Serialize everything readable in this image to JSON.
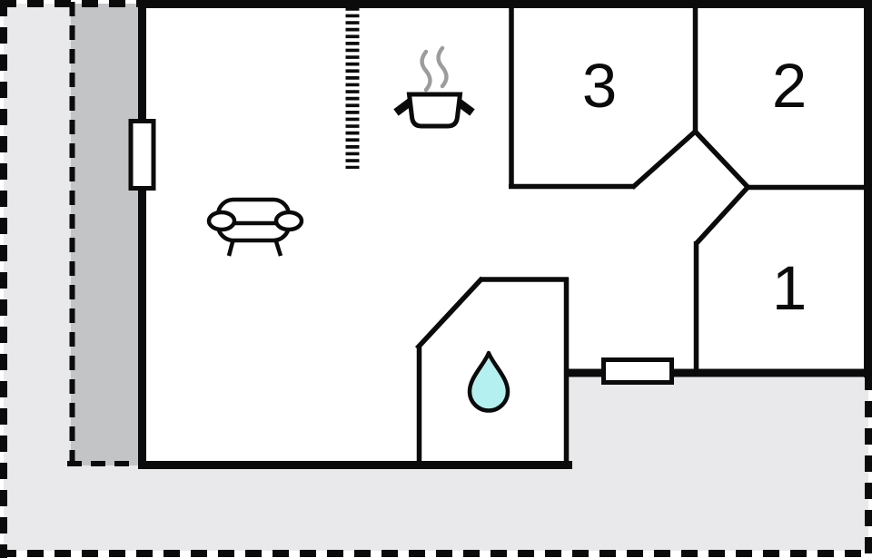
{
  "page": {
    "type": "floor-plan-diagram",
    "title": "Floor plan"
  },
  "colors": {
    "outline": "#0b0b0b",
    "interior": "#ffffff",
    "ground": "#e9e9eb",
    "terrace": "#c3c4c6",
    "water": "#b4f0f0",
    "steam": "#9c9c9c"
  },
  "rooms": [
    {
      "label": "3"
    },
    {
      "label": "2"
    },
    {
      "label": "1"
    }
  ],
  "icons": [
    {
      "name": "sofa-icon"
    },
    {
      "name": "stove-icon"
    },
    {
      "name": "steam-icon"
    },
    {
      "name": "water-drop-icon"
    },
    {
      "name": "window-left"
    },
    {
      "name": "window-back"
    }
  ]
}
